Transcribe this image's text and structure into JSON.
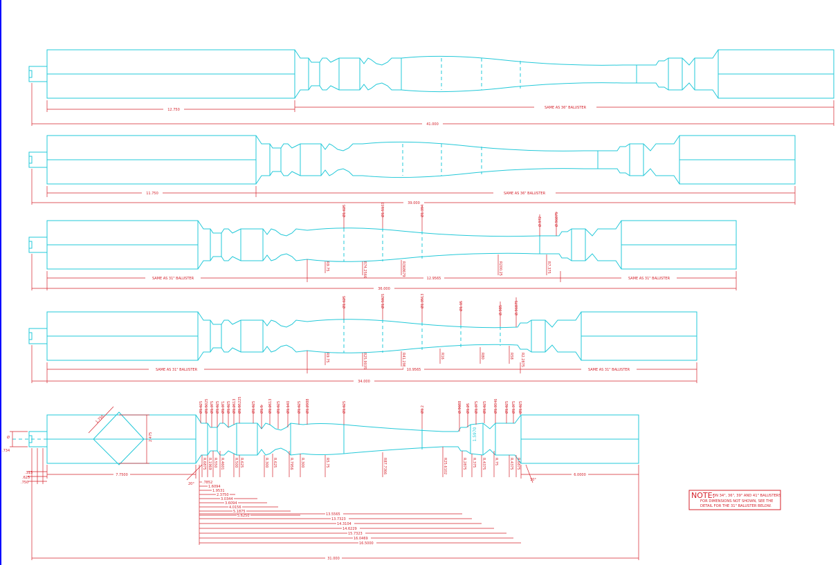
{
  "balusters": [
    {
      "id": "41",
      "labels": {
        "left_block": "12.750",
        "middle": "SAME AS 36\" BALUSTER",
        "overall": "41.000"
      }
    },
    {
      "id": "39",
      "labels": {
        "left_block": "11.750",
        "middle": "SAME AS 36\" BALUSTER",
        "overall": "39.000"
      }
    },
    {
      "id": "36",
      "labels": {
        "left": "SAME AS 31\" BALUSTER",
        "middle": "12.9565",
        "right": "SAME AS 31\" BALUSTER",
        "overall": "36.000"
      },
      "top_callouts": [
        "Ø1.625",
        "Ø1.5133",
        "Ø1.394",
        "Ø.972",
        "Ø.96875"
      ],
      "bottom_callouts": [
        "R9.75",
        "R74.2566",
        "R368679",
        "R200.25",
        "R7.375"
      ]
    },
    {
      "id": "34",
      "labels": {
        "left": "SAME AS 31\" BALUSTER",
        "middle": "10.9565",
        "right": "SAME AS 31\" BALUSTER",
        "overall": "34.000"
      },
      "top_callouts": [
        "Ø1.625",
        "Ø1.5025",
        "Ø1.3513",
        "Ø1.15",
        "Ø.985",
        "Ø.96875"
      ],
      "bottom_callouts": [
        "R9.75",
        "R25.9035",
        "R41.2989",
        "R16",
        "R80",
        "R58",
        "R2.2875"
      ]
    },
    {
      "id": "31",
      "labels": {
        "diag": "1.750",
        "height": "2.475",
        "left_block": "7.7500",
        "right_block": "6.0000",
        "overall": "31.000",
        "pin_a": ".313",
        "pin_b": ".625",
        "pin_c": ".750",
        "pin_height": ".734",
        "pin_dia": "Ø",
        "ang_left": "20°",
        "ang_right": "30°",
        "cyan_center": "1.5970"
      },
      "top_callouts": [
        "Ø1.625",
        "Ø1.5025",
        "Ø1.375",
        "Ø1.625",
        "Ø1.371",
        "Ø1.625",
        "Ø1.2613",
        "Ø1.55225",
        "Ø1.625",
        "Ø1.5",
        "Ø1.2613",
        "Ø1.625",
        "Ø1.140",
        "Ø1.625",
        "Ø1.2988",
        "Ø1.625",
        "Ø1.2",
        "Ø.9688",
        "Ø1.25",
        "Ø1.375",
        "Ø1.625",
        "Ø1.3346",
        "Ø1.625",
        "Ø1.375",
        "Ø1.625"
      ],
      "bottom_callouts": [
        "R.6875",
        "R.1969",
        "R.550",
        "R.4601",
        "R.500",
        "R.625",
        "R.300",
        "R.625",
        "R.7956",
        "R.300",
        "R5.75",
        "R87.7366",
        "R25.6102",
        "R.2875",
        "R.375",
        "R.4375",
        "R.75",
        "R.4375",
        "R.6875"
      ],
      "stack_dims": [
        ".7852",
        "1.6094",
        "1.9531",
        "2.3750",
        "3.0344",
        "3.6094",
        "4.0156",
        "5.1875",
        "5.6250"
      ],
      "long_dims": [
        "13.5565",
        "13.7323",
        "14.3104",
        "14.6229",
        "15.7323",
        "16.0469",
        "16.5000"
      ]
    }
  ],
  "note": {
    "title": "NOTE:",
    "lines": [
      "ON 34\", 36\", 39\" AND 41\" BALUSTERS",
      "FOR DIMENSIONS NOT SHOWN, SEE THE",
      "DETAIL FOR THE 31\" BALUSTER BELOW."
    ]
  }
}
